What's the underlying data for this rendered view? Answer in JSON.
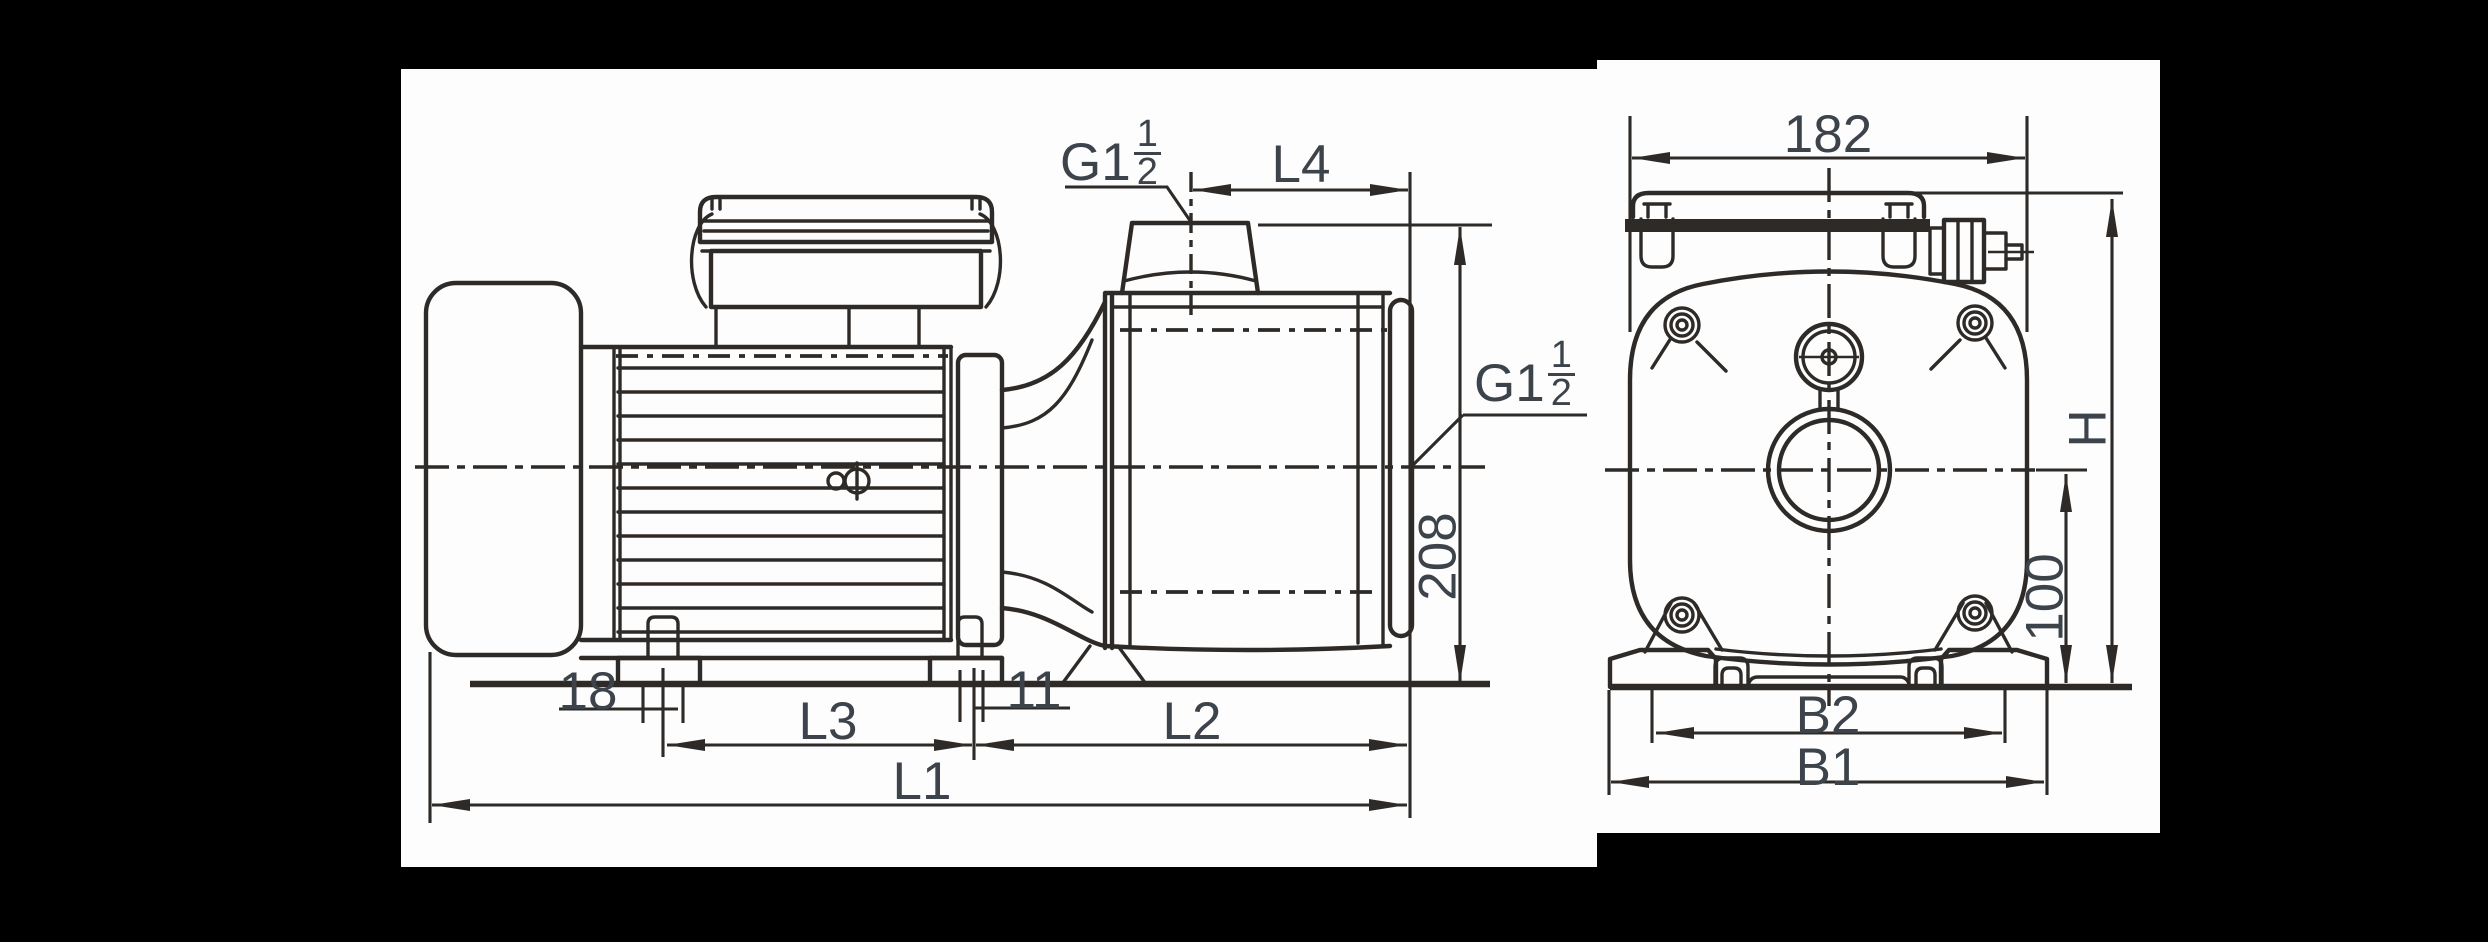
{
  "drawing": {
    "description": "Two-view dimensioned engineering drawing of a horizontal multistage centrifugal pump with motor",
    "side_view": {
      "thread_label_top": {
        "prefix": "G1",
        "numerator": "1",
        "denominator": "2"
      },
      "thread_label_side": {
        "prefix": "G1",
        "numerator": "1",
        "denominator": "2"
      },
      "dimensions": {
        "l4": "L4",
        "height_208": "208",
        "offset_18": "18",
        "l3": "L3",
        "offset_11": "11",
        "l2": "L2",
        "l1": "L1"
      }
    },
    "front_view": {
      "dimensions": {
        "width_182": "182",
        "total_height": "H",
        "center_height_100": "100",
        "b2": "B2",
        "b1": "B1"
      }
    }
  },
  "colors": {
    "canvas_background": "#000000",
    "sheet": "#fdfdfd",
    "line": "#2e2a27",
    "dimension_text": "#3d434b"
  }
}
